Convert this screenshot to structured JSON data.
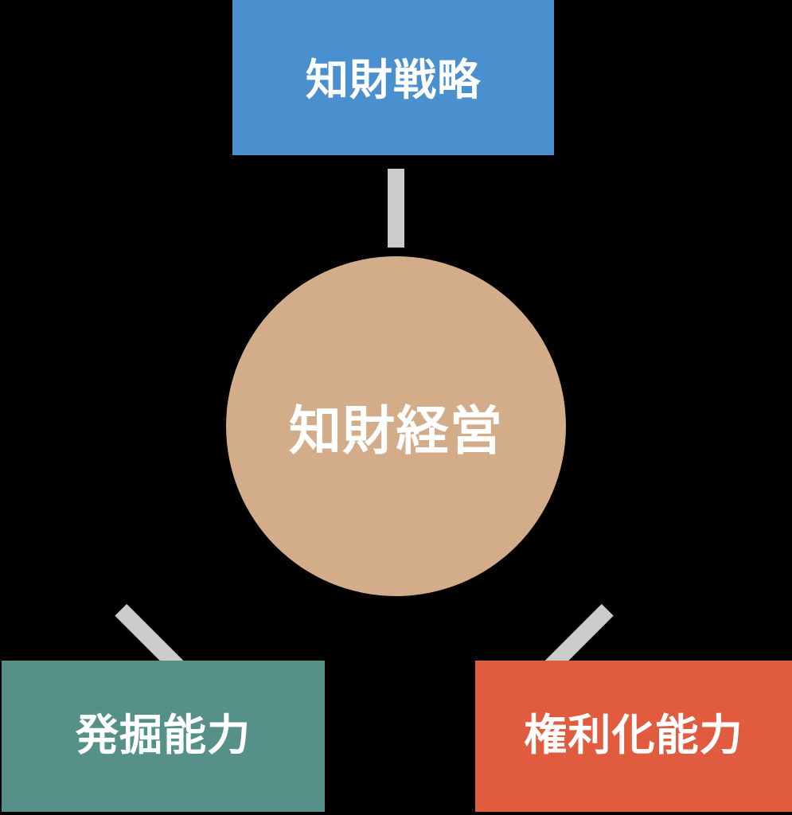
{
  "diagram": {
    "type": "hub-and-spoke",
    "title": "知財経営",
    "background_color": "#000000",
    "center": {
      "id": "management",
      "label": "知財経営",
      "shape": "circle",
      "fill_color": "#d3ac89",
      "text_color": "#ffffff"
    },
    "nodes": [
      {
        "id": "strategy",
        "label": "知財戦略",
        "shape": "rectangle",
        "position": "top",
        "fill_color": "#4a90ce",
        "text_color": "#ffffff"
      },
      {
        "id": "discovery",
        "label": "発掘能力",
        "shape": "rectangle",
        "position": "bottom-left",
        "fill_color": "#559189",
        "text_color": "#ffffff"
      },
      {
        "id": "rights",
        "label": "権利化能力",
        "shape": "rectangle",
        "position": "bottom-right",
        "fill_color": "#e15b3e",
        "text_color": "#ffffff"
      }
    ],
    "connectors": [
      {
        "id": "top",
        "from": "strategy",
        "to": "management",
        "orientation": "vertical",
        "color": "#cccccc"
      },
      {
        "id": "bottom-left",
        "from": "management",
        "to": "discovery",
        "orientation": "diagonal-down-left",
        "color": "#cccccc"
      },
      {
        "id": "bottom-right",
        "from": "management",
        "to": "rights",
        "orientation": "diagonal-down-right",
        "color": "#cccccc"
      }
    ]
  }
}
